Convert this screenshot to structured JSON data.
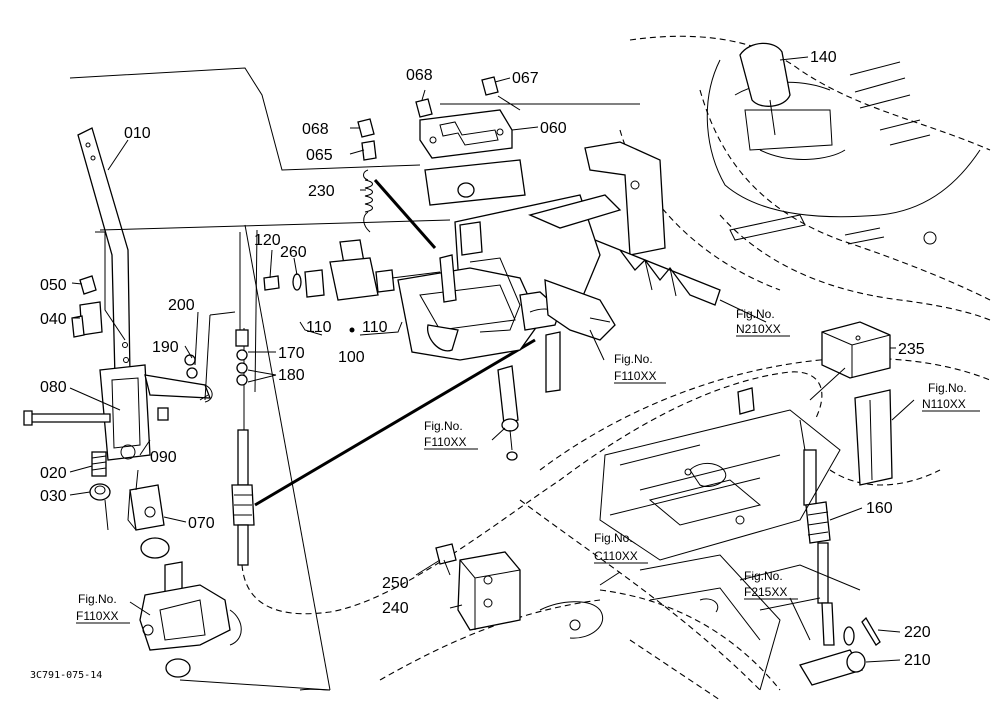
{
  "parts": [
    {
      "id": "p010",
      "num": "010"
    },
    {
      "id": "p020",
      "num": "020"
    },
    {
      "id": "p030",
      "num": "030"
    },
    {
      "id": "p040",
      "num": "040"
    },
    {
      "id": "p050",
      "num": "050"
    },
    {
      "id": "p060",
      "num": "060"
    },
    {
      "id": "p065",
      "num": "065"
    },
    {
      "id": "p067",
      "num": "067"
    },
    {
      "id": "p068a",
      "num": "068"
    },
    {
      "id": "p068b",
      "num": "068"
    },
    {
      "id": "p070",
      "num": "070"
    },
    {
      "id": "p080",
      "num": "080"
    },
    {
      "id": "p090",
      "num": "090"
    },
    {
      "id": "p100",
      "num": "100"
    },
    {
      "id": "p110a",
      "num": "110"
    },
    {
      "id": "p110b",
      "num": "110"
    },
    {
      "id": "p120",
      "num": "120"
    },
    {
      "id": "p140",
      "num": "140"
    },
    {
      "id": "p160",
      "num": "160"
    },
    {
      "id": "p170",
      "num": "170"
    },
    {
      "id": "p180",
      "num": "180"
    },
    {
      "id": "p190",
      "num": "190"
    },
    {
      "id": "p200",
      "num": "200"
    },
    {
      "id": "p210",
      "num": "210"
    },
    {
      "id": "p220",
      "num": "220"
    },
    {
      "id": "p230",
      "num": "230"
    },
    {
      "id": "p235",
      "num": "235"
    },
    {
      "id": "p240",
      "num": "240"
    },
    {
      "id": "p250",
      "num": "250"
    },
    {
      "id": "p260",
      "num": "260"
    }
  ],
  "refs": [
    {
      "id": "r1",
      "line1": "Fig.No.",
      "line2": "N210XX"
    },
    {
      "id": "r2",
      "line1": "Fig.No.",
      "line2": "F110XX"
    },
    {
      "id": "r3",
      "line1": "Fig.No.",
      "line2": "N110XX"
    },
    {
      "id": "r4",
      "line1": "Fig.No.",
      "line2": "F110XX"
    },
    {
      "id": "r5",
      "line1": "Fig.No.",
      "line2": "C110XX"
    },
    {
      "id": "r6",
      "line1": "Fig.No.",
      "line2": "F215XX"
    },
    {
      "id": "r7",
      "line1": "Fig.No.",
      "line2": "F110XX"
    }
  ],
  "drawing_code": "3C791-075-14",
  "line_color": "#000000",
  "background_color": "#ffffff"
}
